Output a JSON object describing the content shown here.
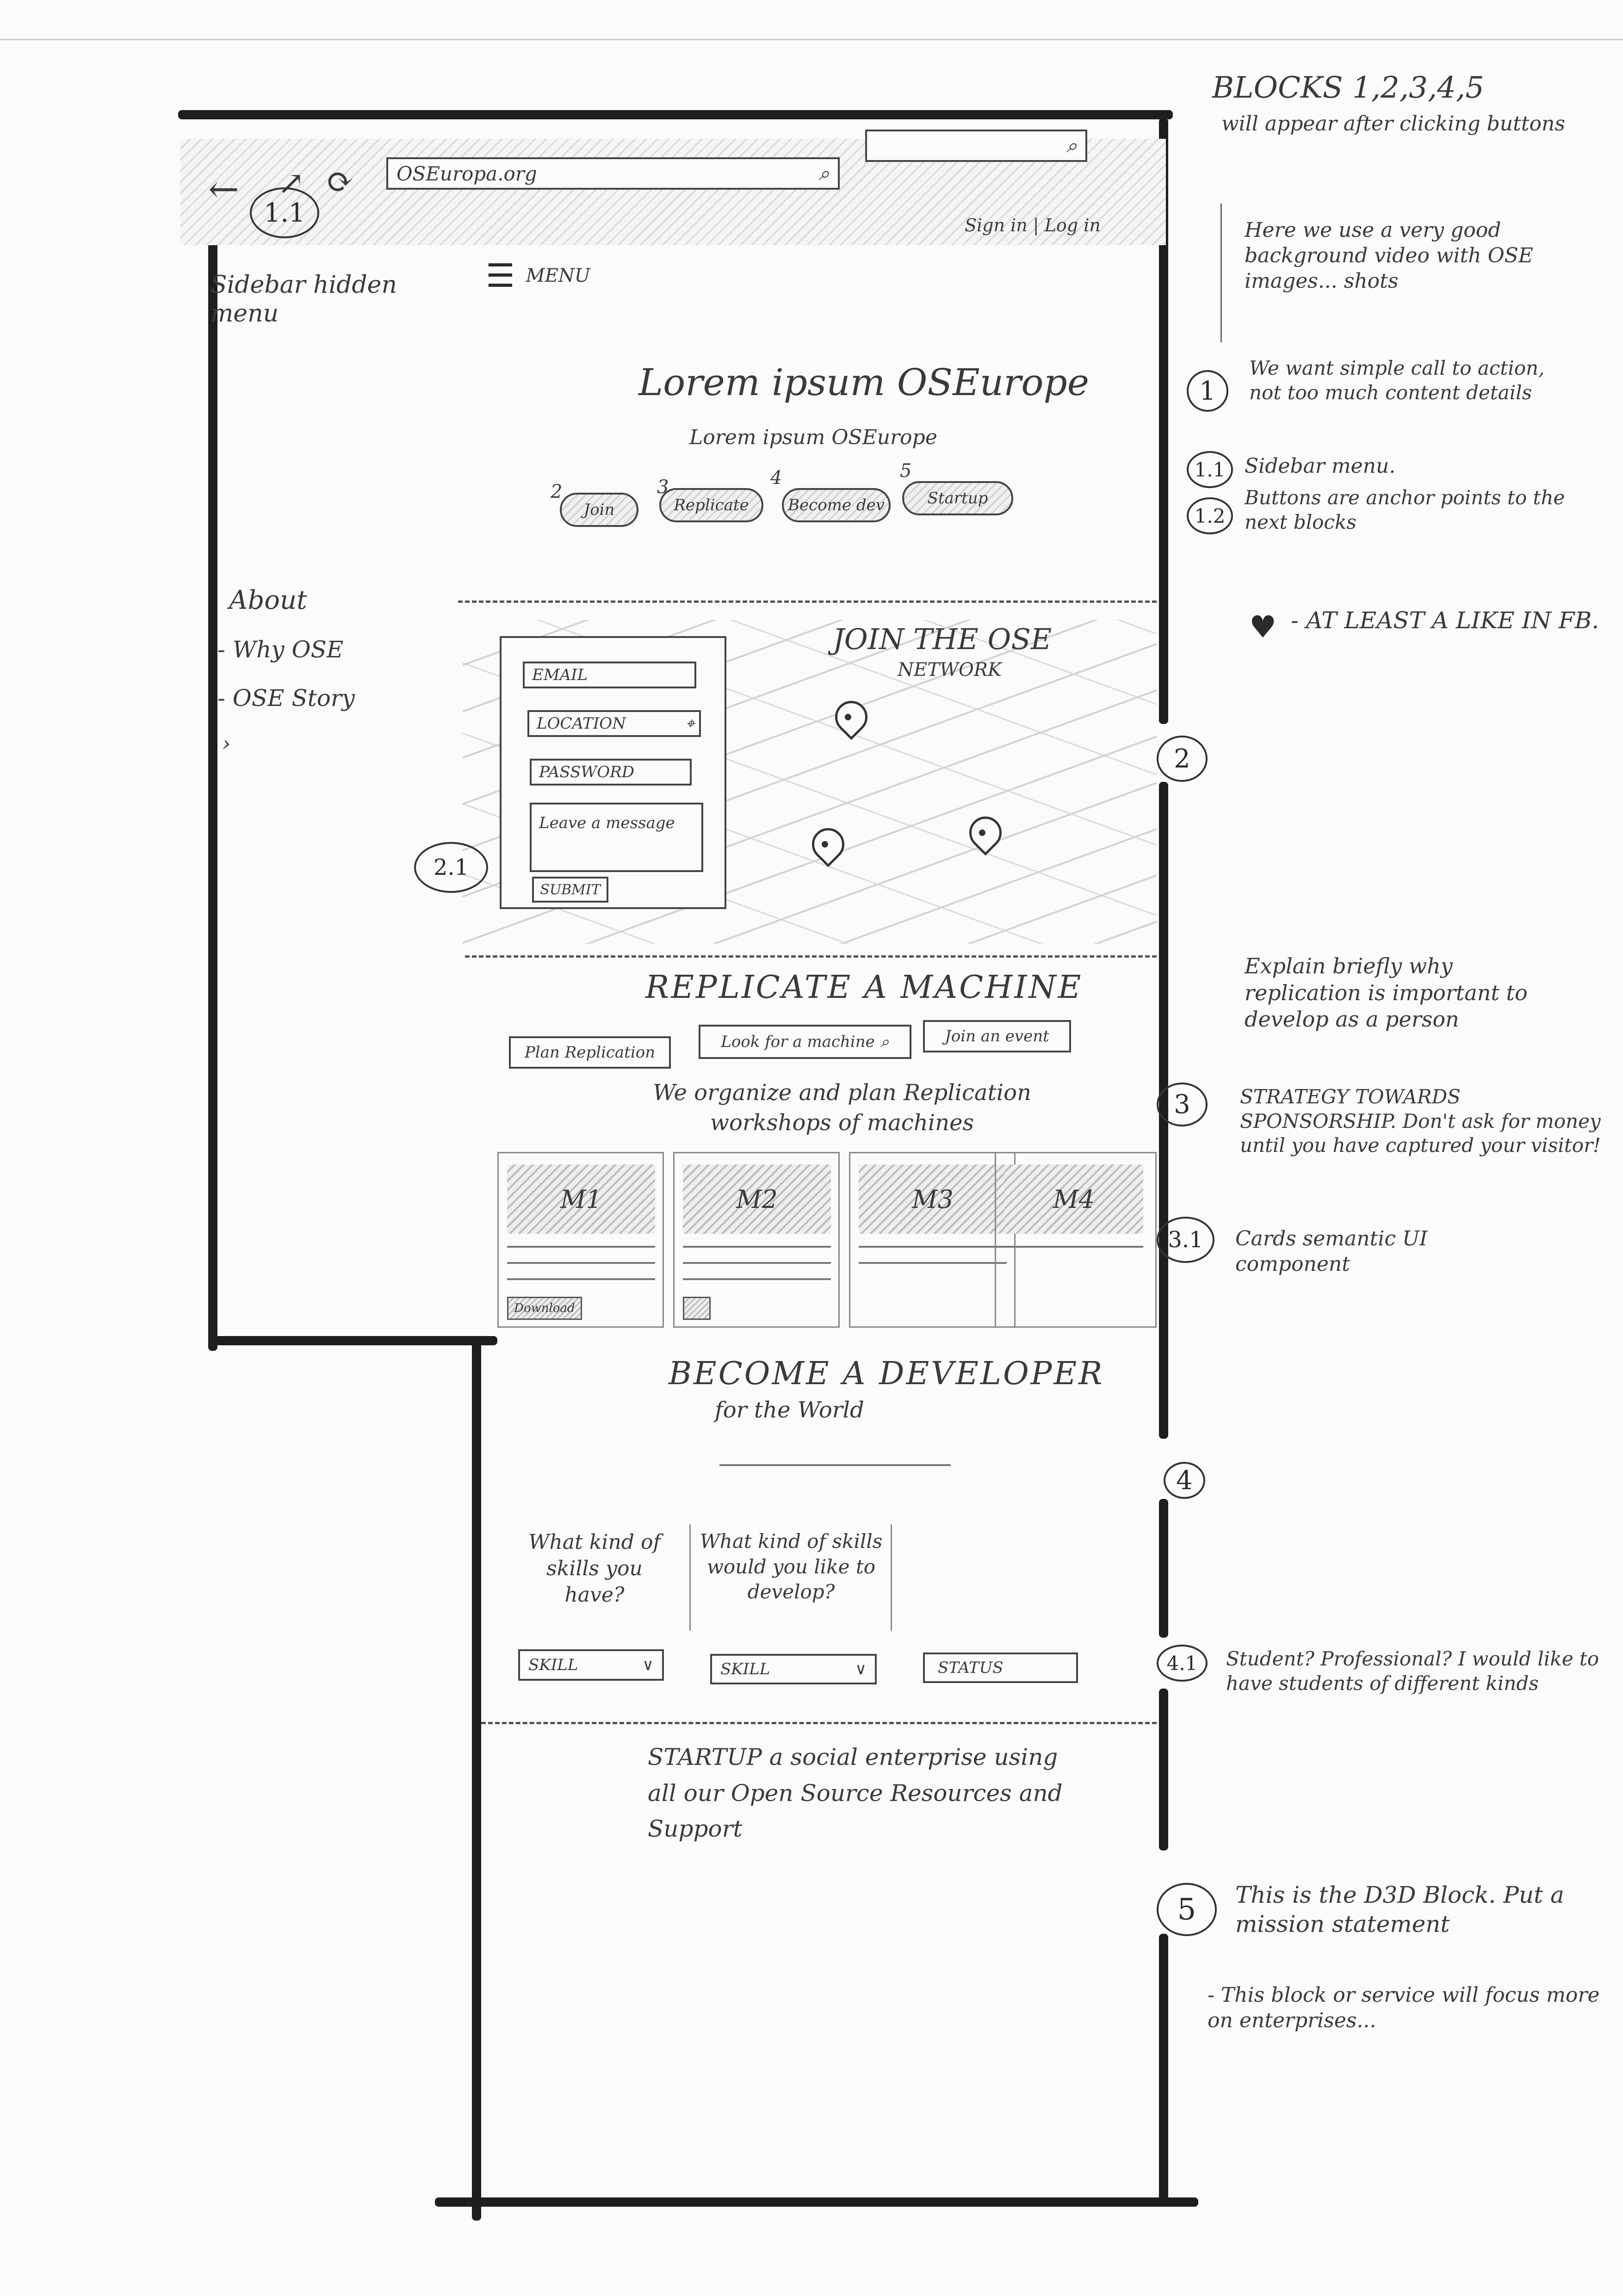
{
  "header_note": {
    "title": "BLOCKS 1,2,3,4,5",
    "subtitle": "will appear after clicking buttons"
  },
  "browser": {
    "url": "OSEuropa.org",
    "search_placeholder": "",
    "sign_in": "Sign in | Log in",
    "marker_1_1": "1.1"
  },
  "sidebar": {
    "hidden_label": "Sidebar hidden menu",
    "menu_label": "MENU",
    "items": [
      "About",
      "Why OSE",
      "OSE Story",
      "›"
    ]
  },
  "hero": {
    "title": "Lorem ipsum OSEurope",
    "subtitle": "Lorem ipsum OSEurope",
    "buttons": [
      {
        "num": "2",
        "label": "Join"
      },
      {
        "num": "3",
        "label": "Replicate"
      },
      {
        "num": "4",
        "label": "Become dev"
      },
      {
        "num": "5",
        "label": "Startup"
      }
    ]
  },
  "join": {
    "title": "JOIN THE OSE",
    "subtitle": "NETWORK",
    "fields": [
      "EMAIL",
      "LOCATION",
      "PASSWORD",
      "Leave a message"
    ],
    "submit": "SUBMIT",
    "marker": "2.1"
  },
  "replicate": {
    "title": "REPLICATE A MACHINE",
    "buttons": [
      "Plan Replication",
      "Look for a machine",
      "Join an event"
    ],
    "subtitle": "We organize and plan Replication workshops of machines",
    "cards": [
      {
        "label": "M1",
        "button": "Download"
      },
      {
        "label": "M2",
        "button": ""
      },
      {
        "label": "M3",
        "button": ""
      },
      {
        "label": "M4",
        "button": ""
      }
    ]
  },
  "develop": {
    "title": "BECOME A DEVELOPER",
    "subtitle": "for the World",
    "q1": "What kind of skills you have?",
    "q2": "What kind of skills would you like to develop?",
    "select1": "SKILL",
    "select2": "SKILL",
    "status": "STATUS"
  },
  "startup": {
    "text": "STARTUP a social enterprise using all our Open Source Resources and Support"
  },
  "notes": {
    "intro": "Here we use a very good background video with OSE images... shots",
    "n1_num": "1",
    "n1": "We want simple call to action, not too much content details",
    "n11_num": "1.1",
    "n11": "Sidebar menu.",
    "n12_num": "1.2",
    "n12": "Buttons are anchor points to the next blocks",
    "like": "- AT LEAST A LIKE IN FB.",
    "n2_num": "2",
    "explain": "Explain briefly why replication is important to develop as a person",
    "n3_num": "3",
    "n3": "STRATEGY TOWARDS SPONSORSHIP. Don't ask for money until you have captured your visitor!",
    "n31_num": "3.1",
    "n31": "Cards semantic UI component",
    "n4_num": "4",
    "n41_num": "4.1",
    "n41": "Student? Professional? I would like to have students of different kinds",
    "n5_num": "5",
    "n5": "This is the D3D Block. Put a mission statement",
    "n5b": "- This block or service will focus more on enterprises..."
  }
}
